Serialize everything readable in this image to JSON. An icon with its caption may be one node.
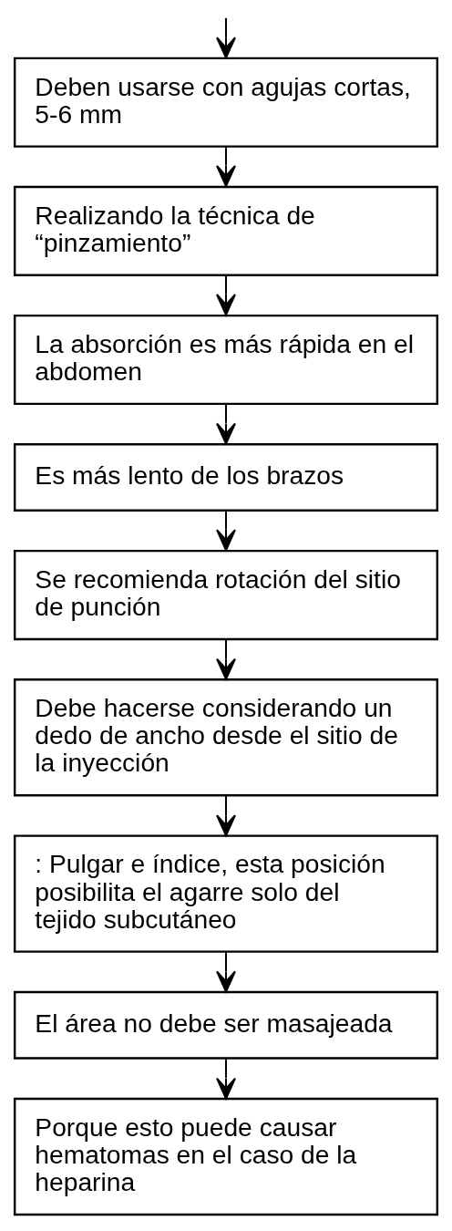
{
  "diagram": {
    "nodes": [
      {
        "text": [
          "Deben usarse con agujas cortas, 5-6 mm"
        ]
      },
      {
        "text": [
          "Realizando la técnica de “pinzamiento”"
        ]
      },
      {
        "text": [
          "La absorción es más rápida en el abdomen"
        ]
      },
      {
        "text": [
          "Es más lento de los brazos"
        ]
      },
      {
        "text": [
          "Se recomienda rotación del sitio de punción"
        ]
      },
      {
        "text": [
          "Debe hacerse considerando un dedo de ancho desde el sitio de la inyección"
        ]
      },
      {
        "text": [
          ": Pulgar e índice, esta posición posibilita el agarre solo del tejido subcutáneo"
        ]
      },
      {
        "text": [
          "El área no debe ser masajeada"
        ]
      },
      {
        "text": [
          "Porque esto puede causar hematomas en el caso de la heparina"
        ]
      }
    ],
    "edges": [
      {
        "from": null,
        "to": 0,
        "arrow": "to"
      },
      {
        "from": 0,
        "to": 1,
        "arrow": "to"
      },
      {
        "from": 1,
        "to": 2,
        "arrow": "to"
      },
      {
        "from": 2,
        "to": 3,
        "arrow": "to"
      },
      {
        "from": 3,
        "to": 4,
        "arrow": "to"
      },
      {
        "from": 4,
        "to": 5,
        "arrow": "to"
      },
      {
        "from": 5,
        "to": 6,
        "arrow": "to"
      },
      {
        "from": 6,
        "to": 7,
        "arrow": "to"
      },
      {
        "from": 7,
        "to": 8,
        "arrow": "to"
      }
    ]
  }
}
